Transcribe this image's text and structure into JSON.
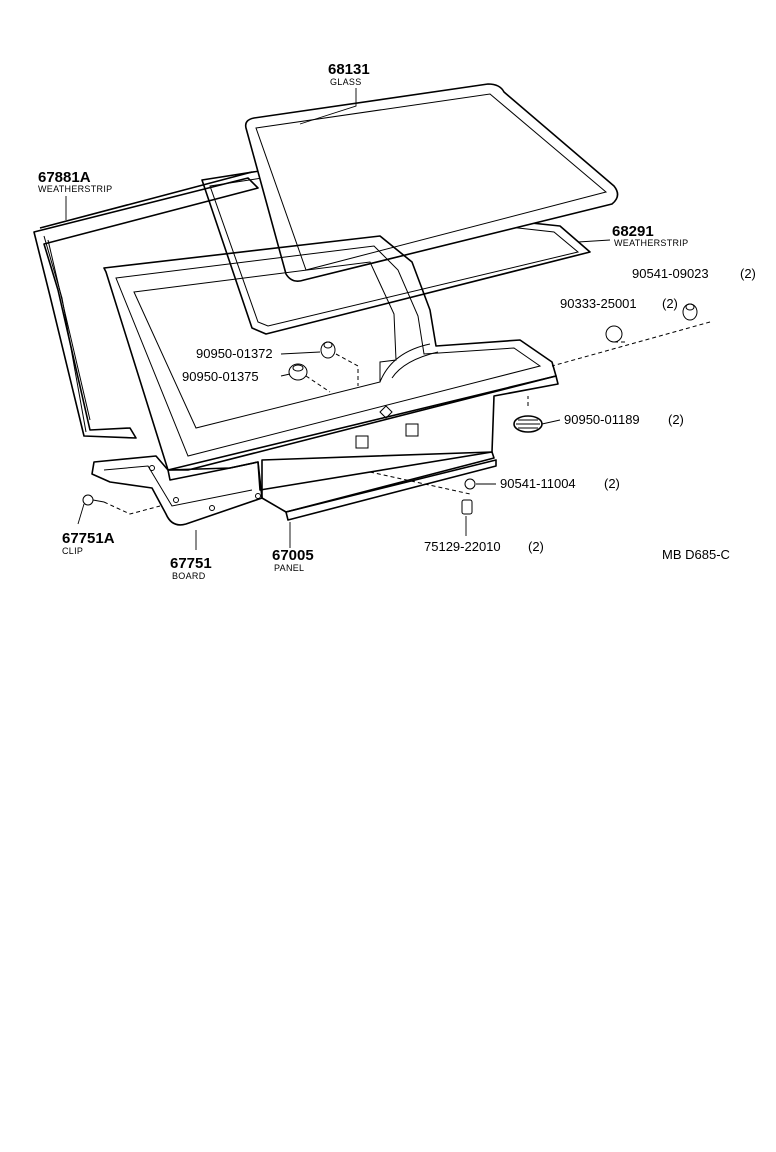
{
  "diagram_ref": "MB D685-C",
  "parts": [
    {
      "id": "glass",
      "number": "68131",
      "name": "GLASS"
    },
    {
      "id": "weatherstrip-outer",
      "number": "67881A",
      "name": "WEATHERSTRIP"
    },
    {
      "id": "weatherstrip-glass",
      "number": "68291",
      "name": "WEATHERSTRIP"
    },
    {
      "id": "bolt-a",
      "number": "90541-09023",
      "qty": "(2)"
    },
    {
      "id": "plug-a",
      "number": "90333-25001",
      "qty": "(2)"
    },
    {
      "id": "cushion-a",
      "number": "90950-01372"
    },
    {
      "id": "cushion-b",
      "number": "90950-01375"
    },
    {
      "id": "grommet",
      "number": "90950-01189",
      "qty": "(2)"
    },
    {
      "id": "bolt-b",
      "number": "90541-11004",
      "qty": "(2)"
    },
    {
      "id": "clip-b",
      "number": "75129-22010",
      "qty": "(2)"
    },
    {
      "id": "clip",
      "number": "67751A",
      "name": "CLIP"
    },
    {
      "id": "board",
      "number": "67751",
      "name": "BOARD"
    },
    {
      "id": "panel",
      "number": "67005",
      "name": "PANEL"
    }
  ]
}
